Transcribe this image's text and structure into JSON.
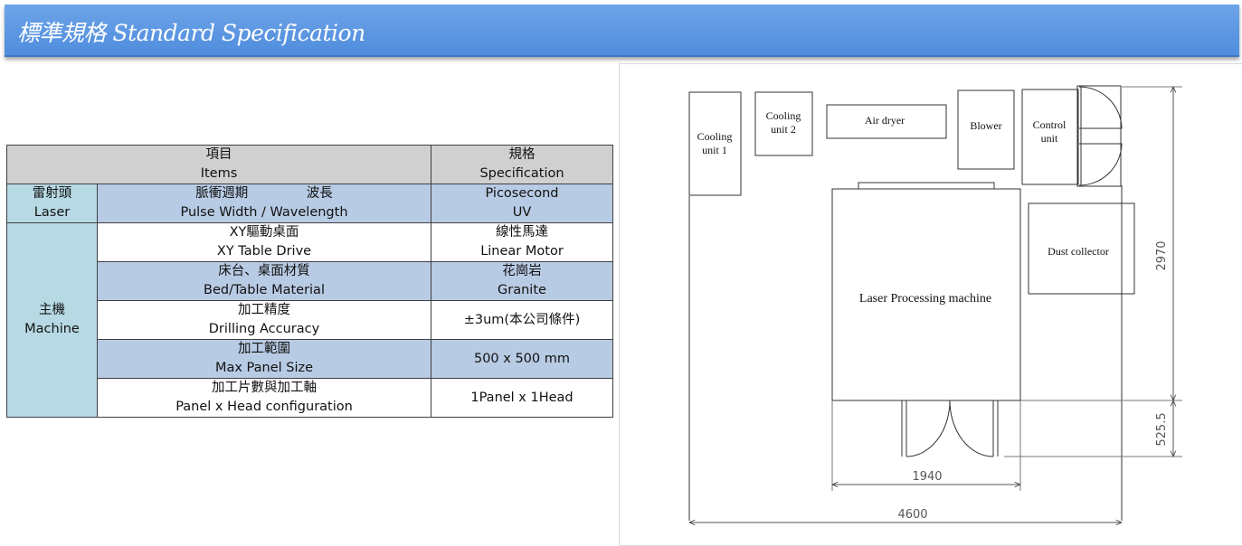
{
  "title": "標準規格  Standard Specification",
  "table": {
    "header": {
      "items_zh": "項目",
      "items_en": "Items",
      "spec_zh": "規格",
      "spec_en": "Specification"
    },
    "laser": {
      "category_zh": "雷射頭",
      "category_en": "Laser",
      "item_zh": "脈衝週期              波長",
      "item_en": "Pulse Width / Wavelength",
      "spec_line1": "Picosecond",
      "spec_line2": "UV"
    },
    "machine": {
      "category_zh": "主機",
      "category_en": "Machine",
      "rows": [
        {
          "item_zh": "XY驅動桌面",
          "item_en": "XY Table Drive",
          "spec_line1": "線性馬達",
          "spec_line2": "Linear Motor"
        },
        {
          "item_zh": "床台、桌面材質",
          "item_en": "Bed/Table Material",
          "spec_line1": "花崗岩",
          "spec_line2": "Granite"
        },
        {
          "item_zh": "加工精度",
          "item_en": "Drilling Accuracy",
          "spec_line1": "±3um(本公司條件)",
          "spec_line2": ""
        },
        {
          "item_zh": "加工範圍",
          "item_en": "Max Panel Size",
          "spec_line1": "500 x 500 mm",
          "spec_line2": ""
        },
        {
          "item_zh": "加工片數與加工軸",
          "item_en": "Panel x Head configuration",
          "spec_line1": "1Panel x 1Head",
          "spec_line2": ""
        }
      ]
    }
  },
  "layout_drawing": {
    "components": {
      "cooling_unit_1": [
        "Cooling",
        "unit 1"
      ],
      "cooling_unit_2": [
        "Cooling",
        "unit 2"
      ],
      "air_dryer": "Air dryer",
      "blower": "Blower",
      "control_unit": [
        "Control",
        "unit"
      ],
      "dust_collector": "Dust collector",
      "laser_machine": "Laser Processing machine"
    },
    "dimensions": {
      "depth": "2970",
      "door_clearance": "525.5",
      "machine_width": "1940",
      "total_width": "4600"
    }
  },
  "colors": {
    "title_bar": "#5b98e2",
    "header_row": "#d0d0d0",
    "category_cell": "#b6d9e4",
    "shaded_row": "#b8cbe4"
  }
}
